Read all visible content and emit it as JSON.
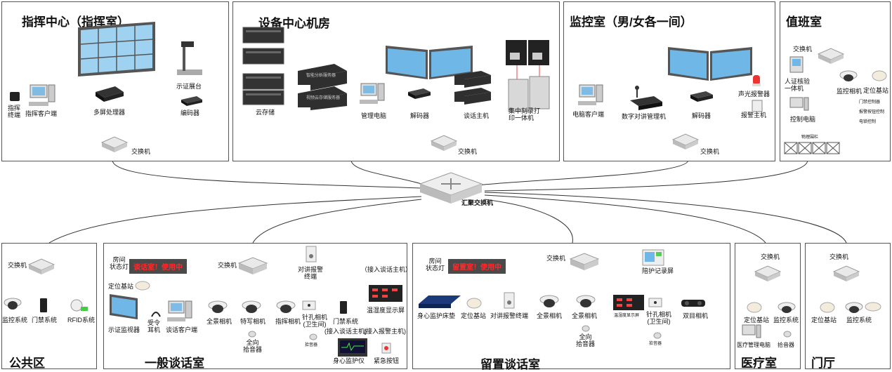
{
  "rooms": {
    "command": {
      "title": "指挥中心（指挥室）",
      "labels": {
        "terminal": "指挥\n终端",
        "client": "指挥客户端",
        "processor": "多屏处理器",
        "doc_camera": "示证展台",
        "encoder": "编码器",
        "switch": "交换机"
      }
    },
    "equipment": {
      "title": "设备中心机房",
      "labels": {
        "cloud_storage": "云存储",
        "server_text_1": "智能分析服务器",
        "server_text_2": "视频云存储服务器",
        "mgmt_pc": "管理电脑",
        "decoder": "解码器",
        "talk_host": "谈话主机",
        "burner": "集中刻录打\n印一体机",
        "switch": "交换机"
      }
    },
    "monitor": {
      "title": "监控室（男/女各一间）",
      "labels": {
        "client": "电脑客户端",
        "digital_intercom": "数字对讲管理机",
        "decoder": "解码器",
        "alarm": "声光报警器",
        "alarm_host": "报警主机",
        "switch": "交换机"
      }
    },
    "duty": {
      "title": "值班室",
      "labels": {
        "switch": "交换机",
        "id_check": "人证核验\n一体机",
        "camera": "监控相机",
        "positioning": "定位基站",
        "control_pc": "控制电脑",
        "small_1": "门禁控制器",
        "small_2": "报警按钮控制",
        "small_3": "电锁控制",
        "small_4": "物理围栏"
      }
    },
    "public": {
      "title": "公共区",
      "labels": {
        "switch": "交换机",
        "monitor": "监控系统",
        "access": "门禁系统",
        "rfid": "RFID系统"
      }
    },
    "general": {
      "title": "一般谈话室",
      "red": "谈话室！使用中",
      "labels": {
        "room_light": "房间\n状态灯",
        "positioning": "定位基站",
        "switch": "交换机",
        "intercom": "对讲报警\n终端",
        "host_conn": "（接入谈话主机）",
        "evidence_monitor": "示证监视器",
        "earphone": "受令\n耳机",
        "talk_client": "谈话客户端",
        "pano_cam": "全景相机",
        "closeup_cam": "特写相机",
        "command_cam": "指挥相机",
        "pinhole": "针孔相机\n(卫生间)",
        "access": "门禁系统",
        "mic": "全向\n拾音器",
        "small_mic": "拾音器",
        "th_screen": "温湿度显示屏",
        "host_conn2": "(接入谈话主机)",
        "alarm_conn": "(接入报警主机)",
        "vital": "身心监护仪",
        "emergency": "紧急按钮"
      }
    },
    "detention": {
      "title": "留置谈话室",
      "red": "留置室！使用中",
      "labels": {
        "room_light": "房间\n状态灯",
        "switch": "交换机",
        "escort": "陪护记录屏",
        "bed": "身心监护床垫",
        "positioning": "定位基站",
        "intercom": "对讲报警终端",
        "pano_cam": "全景相机",
        "pano_cam2": "全景相机",
        "pinhole": "针孔相机\n(卫生间)",
        "binocular": "双目相机",
        "mic": "全向\n拾音器",
        "th_screen": "温湿度显示屏",
        "small_mic": "拾音器"
      }
    },
    "medical": {
      "title": "医疗室",
      "labels": {
        "switch": "交换机",
        "positioning": "定位基站",
        "monitor": "监控系统",
        "mgmt_pc": "医疗管理电脑",
        "mic": "拾音器"
      }
    },
    "lobby": {
      "title": "门厅",
      "labels": {
        "switch": "交换机",
        "positioning": "定位基站",
        "monitor": "监控系统"
      }
    }
  },
  "core": {
    "label": "汇聚交换机"
  },
  "colors": {
    "line": "#333333",
    "red_text": "#ff2a2a",
    "red_bg": "#4a4a4a",
    "screen": "#6fb7e6"
  }
}
